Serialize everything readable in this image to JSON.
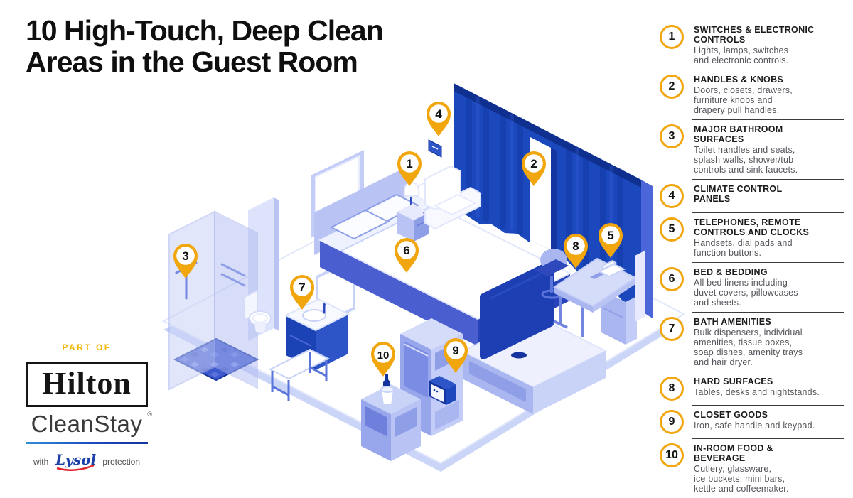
{
  "title": "10 High-Touch, Deep Clean\nAreas in the Guest Room",
  "branding": {
    "part_of": "PART OF",
    "hilton": "Hilton",
    "reg_mark": "®",
    "cleanstay": "CleanStay",
    "with": "with",
    "lysol": "Lysol",
    "protection": "protection"
  },
  "colors": {
    "accent_gold": "#F2A60D",
    "curtain_blue": "#1B49BD",
    "navy": "#14339E",
    "mid_blue": "#4A5ED0",
    "periwinkle": "#98A6EC",
    "light_periwinkle": "#C9D2F7",
    "heading_text": "#1B1B1D",
    "body_text": "#54555B",
    "lysol_blue": "#1B3FA8",
    "lysol_red": "#E0242C"
  },
  "legend": {
    "items": [
      {
        "number": "1",
        "title": "SWITCHES & ELECTRONIC\nCONTROLS",
        "body": "Lights, lamps, switches\nand electronic controls."
      },
      {
        "number": "2",
        "title": "HANDLES & KNOBS",
        "body": "Doors, closets, drawers,\nfurniture knobs and\ndrapery pull handles."
      },
      {
        "number": "3",
        "title": "MAJOR BATHROOM\nSURFACES",
        "body": "Toilet handles and seats,\nsplash walls, shower/tub\ncontrols and sink faucets."
      },
      {
        "number": "4",
        "title": "CLIMATE CONTROL\nPANELS",
        "body": ""
      },
      {
        "number": "5",
        "title": "TELEPHONES, REMOTE\nCONTROLS AND CLOCKS",
        "body": "Handsets, dial pads and\nfunction buttons."
      },
      {
        "number": "6",
        "title": "BED & BEDDING",
        "body": "All bed linens including\nduvet covers, pillowcases\nand sheets."
      },
      {
        "number": "7",
        "title": "BATH AMENITIES",
        "body": "Bulk dispensers, individual\namenities, tissue boxes,\nsoap dishes, amenity trays\nand hair dryer."
      },
      {
        "number": "8",
        "title": "HARD SURFACES",
        "body": "Tables, desks and nightstands."
      },
      {
        "number": "9",
        "title": "CLOSET GOODS",
        "body": "Iron, safe handle and keypad."
      },
      {
        "number": "10",
        "title": "IN-ROOM FOOD &\nBEVERAGE",
        "body": "Cutlery, glassware,\nice buckets, mini bars,\nkettle and coffeemaker."
      }
    ]
  },
  "room": {
    "pins": [
      {
        "number": "1"
      },
      {
        "number": "2"
      },
      {
        "number": "3"
      },
      {
        "number": "4"
      },
      {
        "number": "5"
      },
      {
        "number": "6"
      },
      {
        "number": "7"
      },
      {
        "number": "8"
      },
      {
        "number": "9"
      },
      {
        "number": "10"
      }
    ]
  }
}
